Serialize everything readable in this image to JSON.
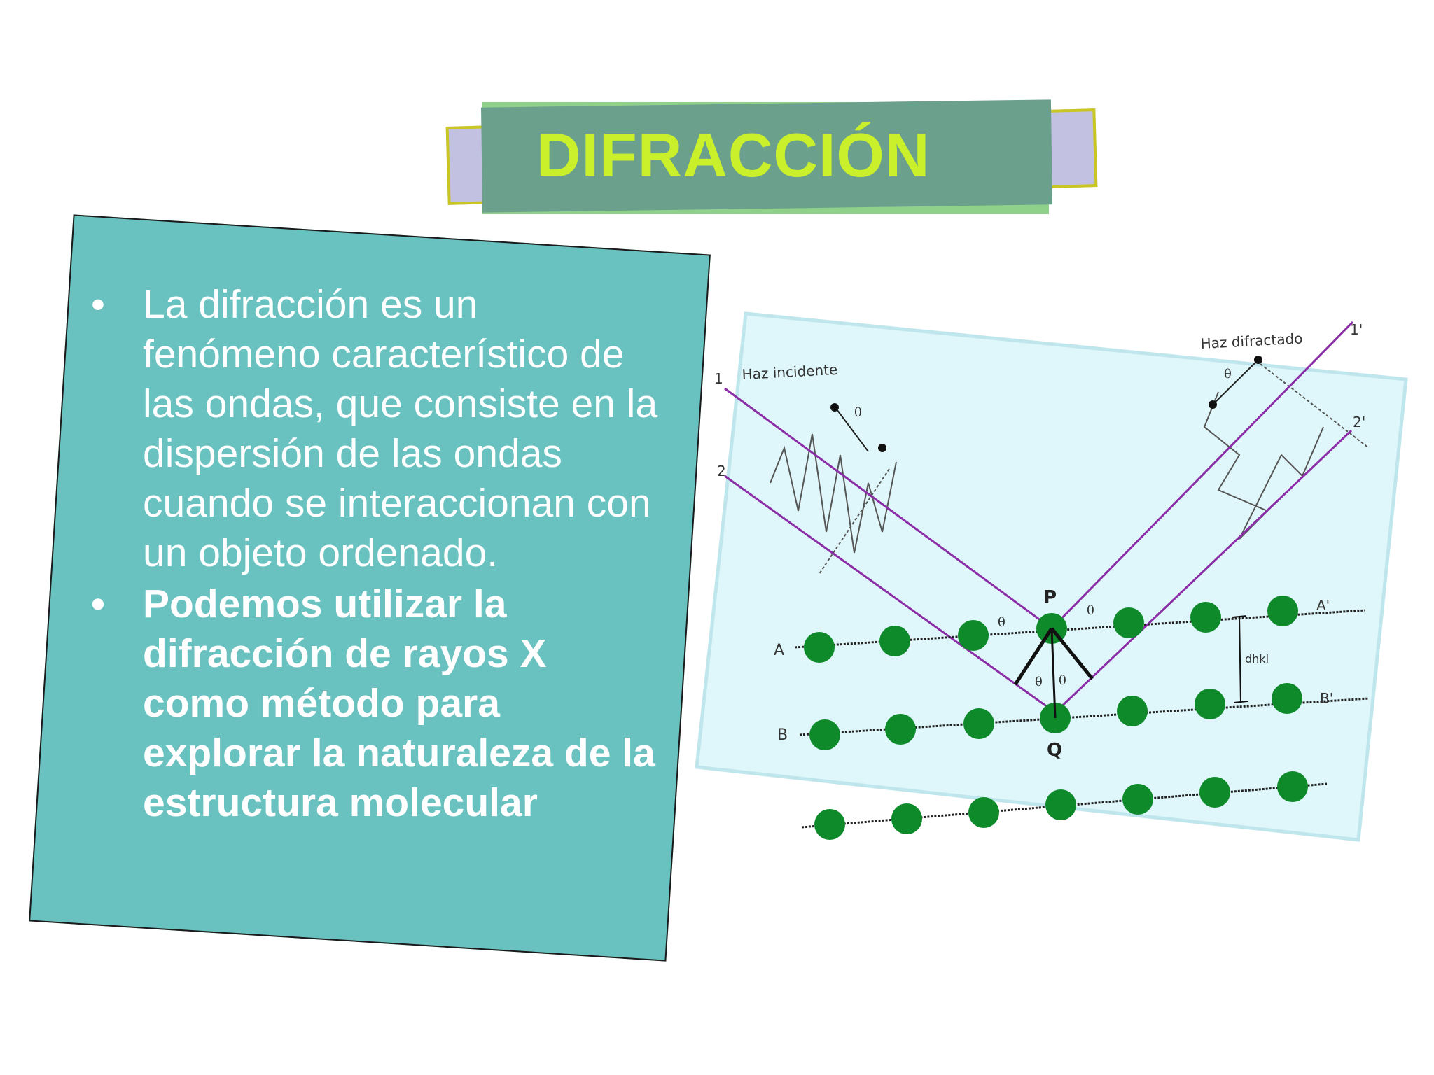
{
  "title": "DIFRACCIÓN",
  "bullets": [
    {
      "marker": "•",
      "text": "La difracción es un fenómeno característico de las ondas, que consiste en la dispersión de las ondas cuando se interaccionan con un objeto ordenado."
    },
    {
      "marker": "•",
      "text": "Podemos utilizar la difracción de rayos X como método para explorar la naturaleza de la estructura molecular"
    }
  ],
  "diagram": {
    "label_incident": "Haz incidente",
    "label_diffracted": "Haz difractado",
    "ray_1": "1",
    "ray_2": "2",
    "ray_1p": "1'",
    "ray_2p": "2'",
    "point_p": "P",
    "point_q": "Q",
    "plane_a": "A",
    "plane_ap": "A'",
    "plane_b": "B",
    "plane_bp": "B'",
    "angle": "θ",
    "spacing": "dhkl"
  },
  "colors": {
    "title_text": "#c9f02b",
    "panel": "#69c2c0",
    "diagram_bg": "#dff7fa",
    "ray": "#8b2da6",
    "atom": "#0f8a2a"
  }
}
